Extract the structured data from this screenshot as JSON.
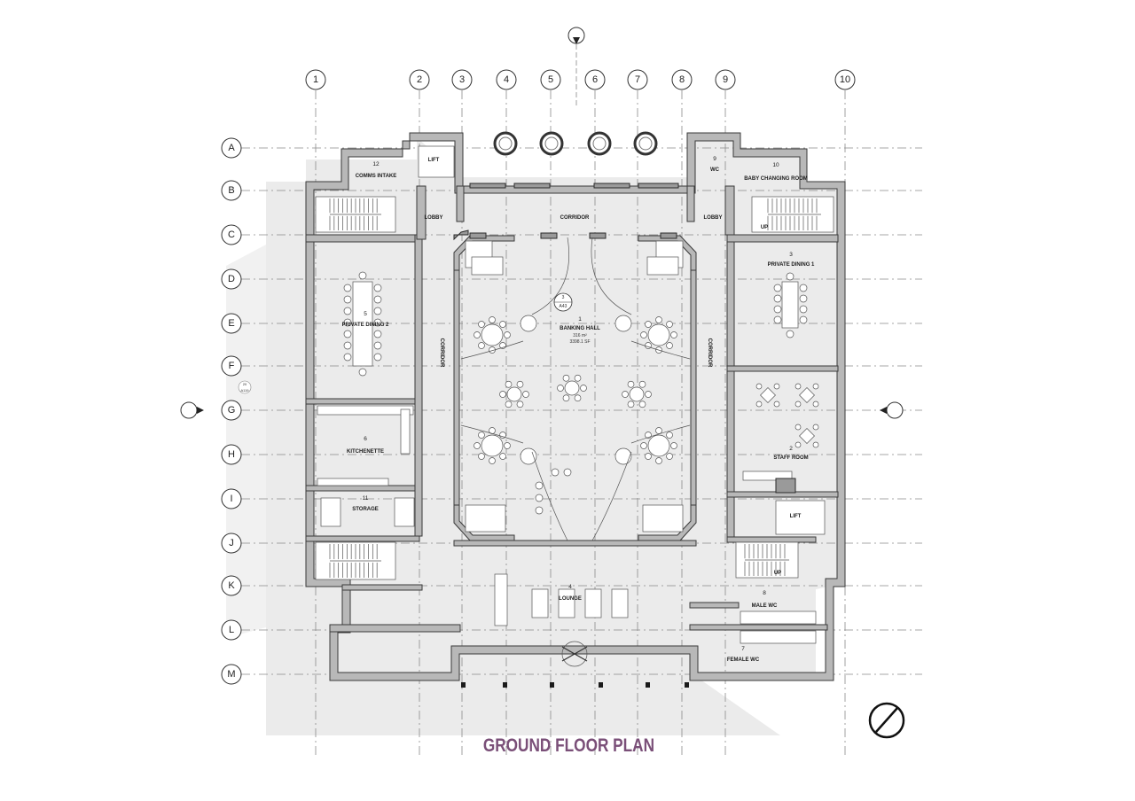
{
  "title": "GROUND FLOOR PLAN",
  "grid": {
    "columns": [
      "1",
      "2",
      "3",
      "4",
      "5",
      "6",
      "7",
      "8",
      "9",
      "10"
    ],
    "rows": [
      "A",
      "B",
      "C",
      "D",
      "E",
      "F",
      "G",
      "H",
      "I",
      "J",
      "K",
      "L",
      "M"
    ]
  },
  "rooms": {
    "banking_hall": {
      "num": "1",
      "label": "BANKING HALL",
      "area_m2": "316 m²",
      "area_sf": "3398.1 SF"
    },
    "staff_room": {
      "num": "2",
      "label": "STAFF ROOM"
    },
    "private_dining_1": {
      "num": "3",
      "label": "PRIVATE DINING 1"
    },
    "lounge": {
      "num": "4",
      "label": "LOUNGE"
    },
    "private_dining_2": {
      "num": "5",
      "label": "PRIVATE DINING 2"
    },
    "kitchenette": {
      "num": "6",
      "label": "KITCHENETTE"
    },
    "female_wc": {
      "num": "7",
      "label": "FEMALE WC"
    },
    "male_wc": {
      "num": "8",
      "label": "MALE WC"
    },
    "wc": {
      "num": "9",
      "label": "WC"
    },
    "baby_changing": {
      "num": "10",
      "label": "BABY CHANGING ROOM"
    },
    "storage": {
      "num": "11",
      "label": "STORAGE"
    },
    "comms_intake": {
      "num": "12",
      "label": "COMMS INTAKE"
    }
  },
  "labels": {
    "lift": "LIFT",
    "lobby": "LOBBY",
    "corridor": "CORRIDOR",
    "up": "UP"
  },
  "section_tag": {
    "top": "3",
    "bottom": "A43"
  },
  "elevation_tag": {
    "top": "20",
    "bottom": "A119"
  }
}
